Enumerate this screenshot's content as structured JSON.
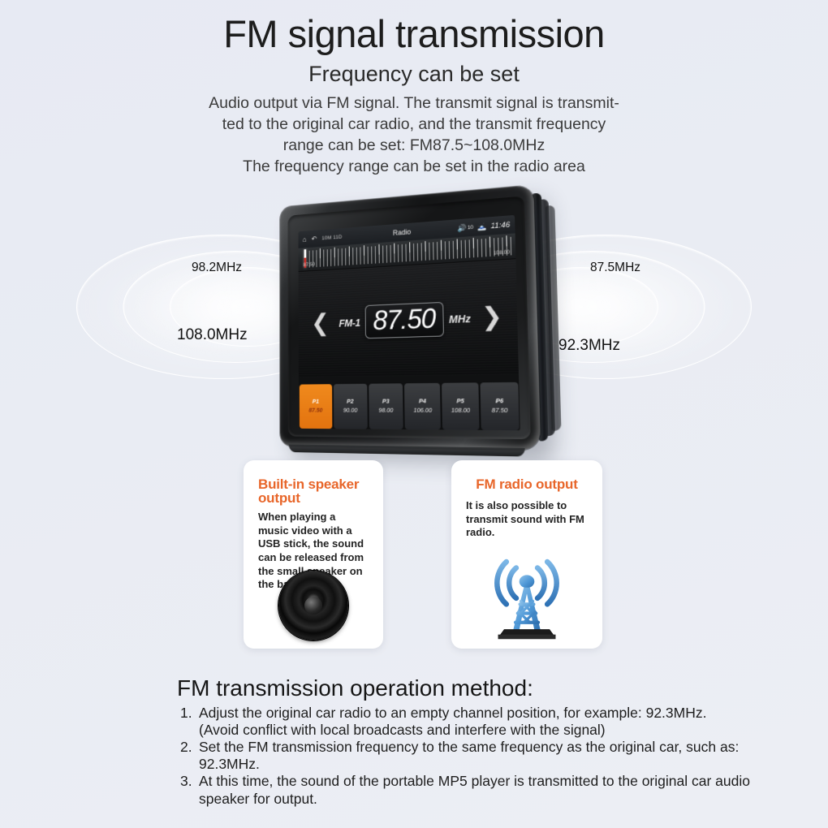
{
  "header": {
    "title": "FM signal transmission",
    "subtitle": "Frequency can be set",
    "desc_lines": [
      "Audio output via FM signal. The transmit signal is transmit-",
      "ted to the original car radio, and the transmit frequency",
      "range can be set: FM87.5~108.0MHz",
      "The frequency range can be set in the radio area"
    ]
  },
  "waves": {
    "top_left": "98.2MHz",
    "bottom_left": "108.0MHz",
    "top_right": "87.5MHz",
    "bottom_right": "92.3MHz"
  },
  "device": {
    "statusbar": {
      "home_icon": "home-icon",
      "back_icon": "back-icon",
      "date": "10M 11D",
      "title": "Radio",
      "volume_icon": "speaker-icon",
      "volume_level": "10",
      "bluetooth_icon": "bluetooth-icon",
      "time": "11:46"
    },
    "tuner": {
      "scale_min": "87.50",
      "scale_max": "108.00"
    },
    "readout": {
      "prev_icon": "chevron-left-icon",
      "band": "FM-1",
      "frequency": "87.50",
      "unit": "MHz",
      "next_icon": "chevron-right-icon"
    },
    "presets": [
      {
        "name": "P1",
        "freq": "87.50",
        "active": true
      },
      {
        "name": "P2",
        "freq": "90.00",
        "active": false
      },
      {
        "name": "P3",
        "freq": "98.00",
        "active": false
      },
      {
        "name": "P4",
        "freq": "106.00",
        "active": false
      },
      {
        "name": "P5",
        "freq": "108.00",
        "active": false
      },
      {
        "name": "P6",
        "freq": "87.50",
        "active": false
      }
    ]
  },
  "cards": {
    "speaker": {
      "title": "Built-in speaker output",
      "body": "When playing a music video with a USB stick, the sound can be released from the small speaker on the back.",
      "icon": "speaker-driver-icon"
    },
    "fm": {
      "title": "FM radio output",
      "body": "It is also possible to transmit sound with FM radio.",
      "icon": "radio-tower-icon"
    }
  },
  "method": {
    "title": "FM transmission operation method:",
    "steps": [
      {
        "num": "1.",
        "text": "Adjust the original car radio to an empty channel position, for example: 92.3MHz.",
        "note": "(Avoid conflict with local broadcasts and interfere with the signal)"
      },
      {
        "num": "2.",
        "text": "Set the FM transmission frequency to the same frequency as the original car, such as: 92.3MHz.",
        "note": ""
      },
      {
        "num": "3.",
        "text": "At this time, the sound of the portable MP5 player is transmitted to the original car audio speaker for output.",
        "note": ""
      }
    ]
  },
  "colors": {
    "background": "#e7eaf3",
    "accent_orange": "#e8662a",
    "preset_active": "#ef851a",
    "tower_blue": "#3f8fd4"
  }
}
